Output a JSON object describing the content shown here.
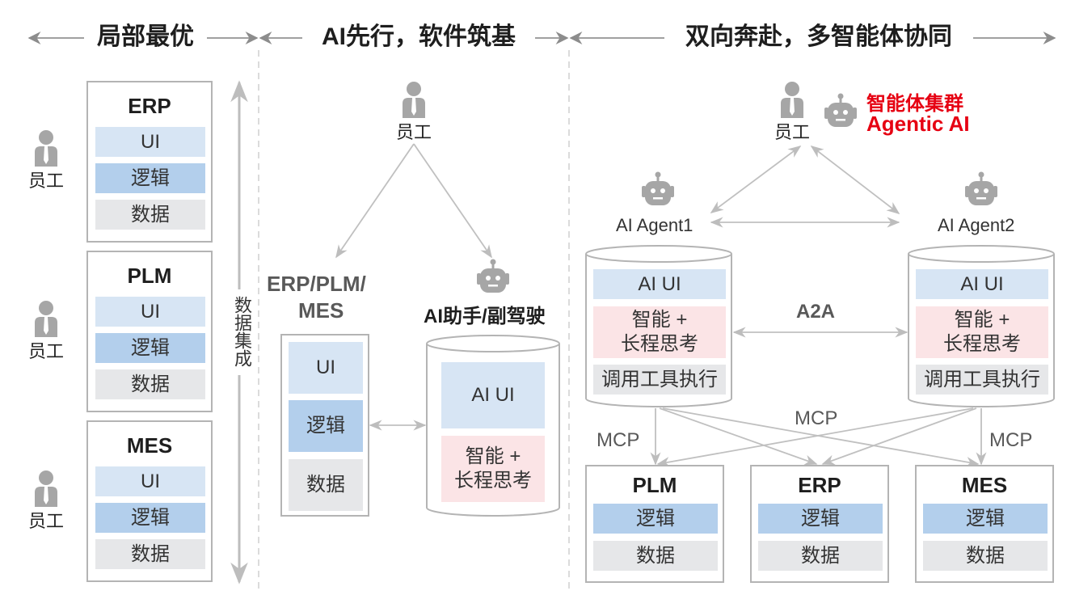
{
  "sections": [
    {
      "title": "局部最优"
    },
    {
      "title": "AI先行，软件筑基"
    },
    {
      "title": "双向奔赴，多智能体协同"
    }
  ],
  "common": {
    "employee": "员工",
    "ui": "UI",
    "logic": "逻辑",
    "data": "数据",
    "ai_ui": "AI UI",
    "think_line1": "智能 +",
    "think_line2": "长程思考",
    "tool_exec": "调用工具执行"
  },
  "section1": {
    "systems": [
      {
        "name": "ERP"
      },
      {
        "name": "PLM"
      },
      {
        "name": "MES"
      }
    ],
    "integration_label": "数据集成"
  },
  "section2": {
    "legacy_label_line1": "ERP/PLM/",
    "legacy_label_line2": "MES",
    "assistant_label": "AI助手/副驾驶"
  },
  "section3": {
    "cluster_label_cn": "智能体集群",
    "cluster_label_en": "Agentic AI",
    "agent1": "AI Agent1",
    "agent2": "AI Agent2",
    "a2a": "A2A",
    "mcp": "MCP",
    "systems": [
      {
        "name": "PLM"
      },
      {
        "name": "ERP"
      },
      {
        "name": "MES"
      }
    ]
  },
  "colors": {
    "ui_layer": "#d7e5f4",
    "logic_layer": "#b3cfec",
    "data_layer": "#e6e7e9",
    "think_layer": "#fbe4e6",
    "accent_red": "#e60012",
    "connector_gray": "#c0c0c0",
    "icon_gray": "#a6a6a6"
  }
}
